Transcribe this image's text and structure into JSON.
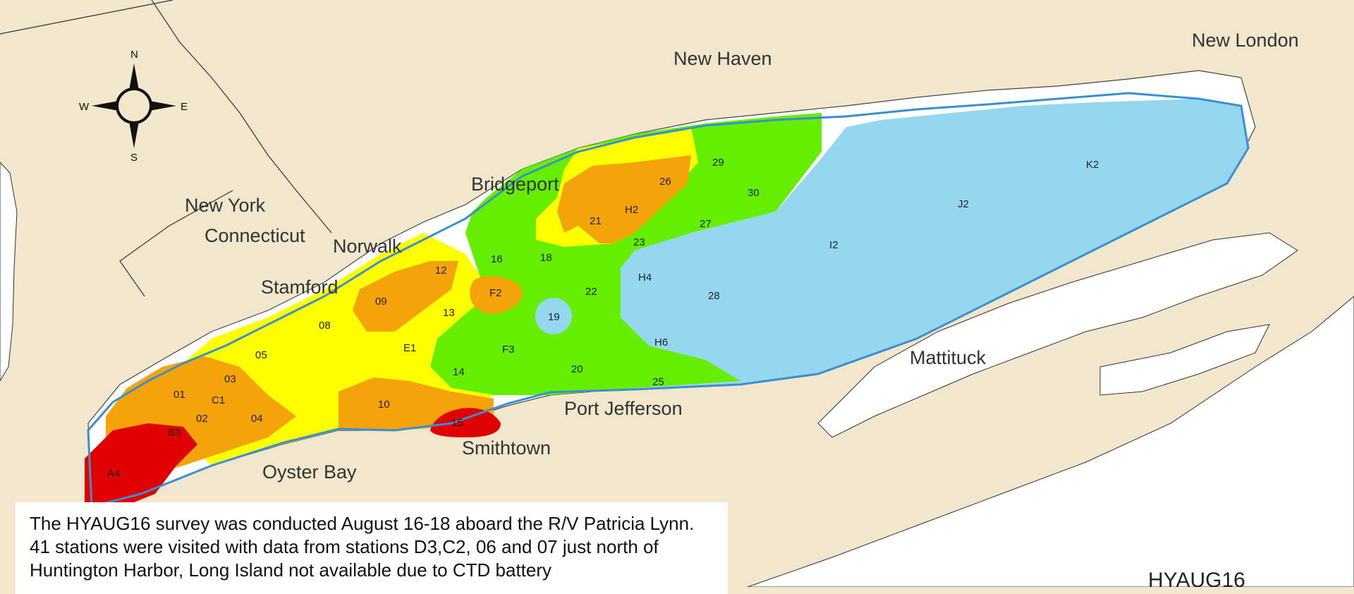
{
  "map": {
    "places": [
      {
        "id": "new-london",
        "label": "New London"
      },
      {
        "id": "new-haven",
        "label": "New Haven"
      },
      {
        "id": "bridgeport",
        "label": "Bridgeport"
      },
      {
        "id": "new-york",
        "label": "New York"
      },
      {
        "id": "connecticut",
        "label": "Connecticut"
      },
      {
        "id": "norwalk",
        "label": "Norwalk"
      },
      {
        "id": "stamford",
        "label": "Stamford"
      },
      {
        "id": "port-jefferson",
        "label": "Port Jefferson"
      },
      {
        "id": "smithtown",
        "label": "Smithtown"
      },
      {
        "id": "oyster-bay",
        "label": "Oyster Bay"
      },
      {
        "id": "mattituck",
        "label": "Mattituck"
      }
    ],
    "stations": [
      "29",
      "26",
      "30",
      "H2",
      "21",
      "27",
      "23",
      "K2",
      "J2",
      "I2",
      "16",
      "18",
      "12",
      "F2",
      "22",
      "H4",
      "28",
      "09",
      "13",
      "19",
      "08",
      "E1",
      "F3",
      "H6",
      "05",
      "14",
      "20",
      "25",
      "03",
      "01",
      "C1",
      "10",
      "02",
      "04",
      "15",
      "B3",
      "A4"
    ],
    "compass": {
      "n": "N",
      "s": "S",
      "e": "E",
      "w": "W"
    },
    "survey_label": "HYAUG16",
    "zone_colors": {
      "red": "#e00000",
      "orange": "#f5a30a",
      "yellow": "#ffff00",
      "green": "#66ee00",
      "blue": "#96d7f0",
      "land": "#f2e6cc",
      "water": "#ffffff",
      "boundary": "#3a8fd0"
    }
  },
  "note": {
    "text": "The HYAUG16 survey was conducted August 16-18 aboard the R/V Patricia Lynn.  41 stations were visited with data from stations D3,C2, 06 and 07 just north of Huntington Harbor, Long Island not available due to CTD battery"
  }
}
